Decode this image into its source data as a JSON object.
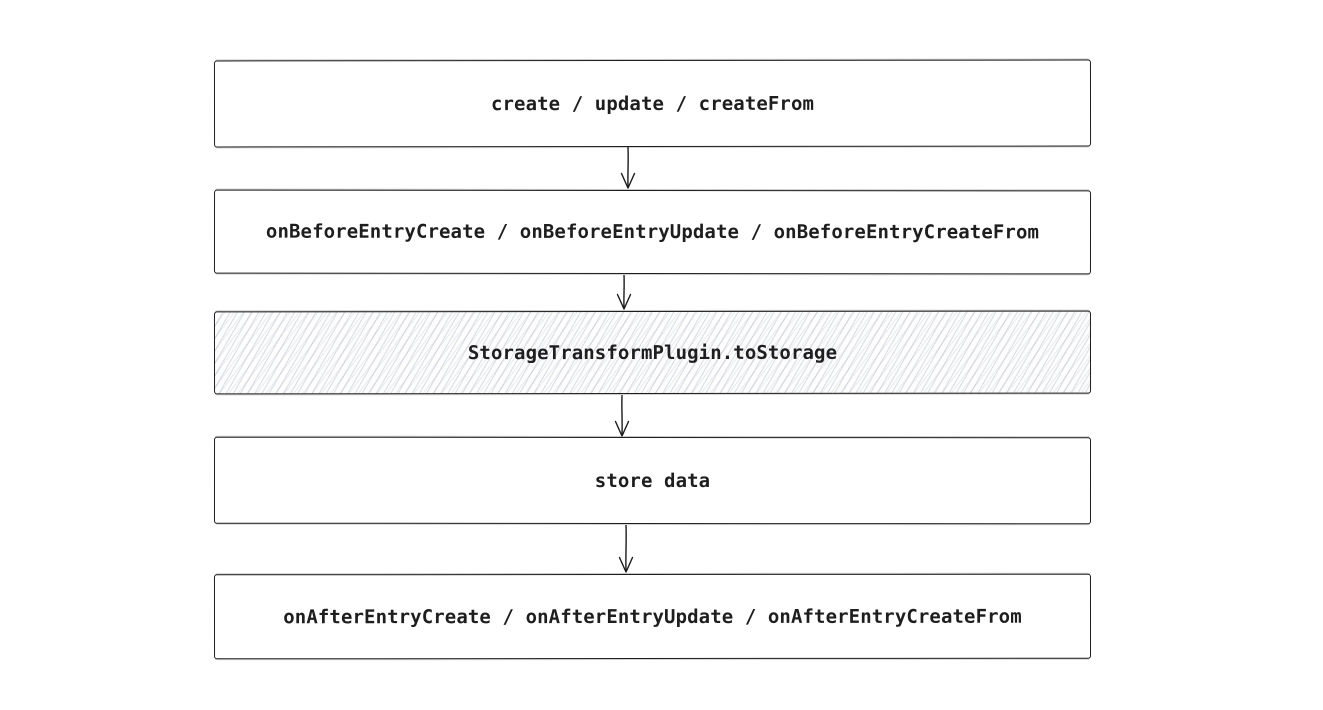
{
  "diagram": {
    "type": "flowchart",
    "direction": "top-down",
    "nodes": [
      {
        "id": "create-update-createfrom",
        "label": "create / update / createFrom",
        "fill": "white"
      },
      {
        "id": "onbefore-hooks",
        "label": "onBeforeEntryCreate / onBeforeEntryUpdate / onBeforeEntryCreateFrom",
        "fill": "white"
      },
      {
        "id": "storage-transform-tostorage",
        "label": "StorageTransformPlugin.toStorage",
        "fill": "hachure"
      },
      {
        "id": "store-data",
        "label": "store data",
        "fill": "white"
      },
      {
        "id": "onafter-hooks",
        "label": "onAfterEntryCreate / onAfterEntryUpdate / onAfterEntryCreateFrom",
        "fill": "white"
      }
    ],
    "edges": [
      {
        "from": "create-update-createfrom",
        "to": "onbefore-hooks"
      },
      {
        "from": "onbefore-hooks",
        "to": "storage-transform-tostorage"
      },
      {
        "from": "storage-transform-tostorage",
        "to": "store-data"
      },
      {
        "from": "store-data",
        "to": "onafter-hooks"
      }
    ],
    "colors": {
      "stroke": "#1e1e1e",
      "text": "#1e1e1e",
      "background": "#ffffff",
      "hatch": "#e4e6ea"
    }
  }
}
